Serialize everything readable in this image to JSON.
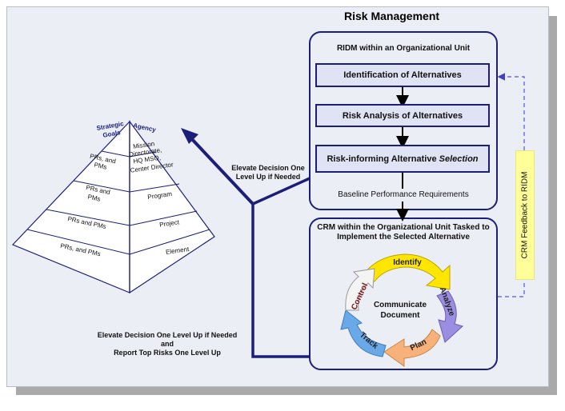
{
  "title": "Risk Management",
  "ridm": {
    "heading": "RIDM within an Organizational Unit",
    "step1": "Identification of Alternatives",
    "step2": "Risk Analysis of Alternatives",
    "step3_main": "Risk-informing Alternative ",
    "step3_italic": "Selection",
    "baseline": "Baseline Performance Requirements"
  },
  "crm": {
    "heading": "CRM within the Organizational Unit Tasked to Implement the Selected Alternative",
    "center": [
      "Communicate",
      "Document"
    ],
    "cycle": [
      "Identify",
      "Analyze",
      "Plan",
      "Track",
      "Control"
    ]
  },
  "feedback_label": "CRM Feedback to RIDM",
  "elevate_top": [
    "Elevate Decision One",
    "Level Up if Needed"
  ],
  "elevate_bottom": [
    "Elevate Decision One Level Up if Needed",
    "and",
    "Report Top Risks One Level Up"
  ],
  "pyramid": {
    "left_header": [
      "Strategic",
      "Goals"
    ],
    "right_header": "Agency",
    "left_levels": [
      [
        "PRs, and",
        "PMs"
      ],
      [
        "PRs and",
        "PMs"
      ],
      [
        "PRs and PMs"
      ],
      [
        "PRs, and PMs"
      ]
    ],
    "right_levels": [
      [
        "Mission",
        "Directorate,",
        "HQ MSO,",
        "Center Director"
      ],
      [
        "Program"
      ],
      [
        "Project"
      ],
      [
        "Element"
      ]
    ]
  },
  "colors": {
    "navy": "#1b1f7a",
    "box_fill": "#dfe3f4",
    "dashed": "#5555dd",
    "feedback_bg": "#ffff99",
    "identify": "#ffe600",
    "analyze": "#9b8ee0",
    "plan": "#f6b27a",
    "track": "#6aa9e8",
    "control": "#f4f4f4"
  }
}
